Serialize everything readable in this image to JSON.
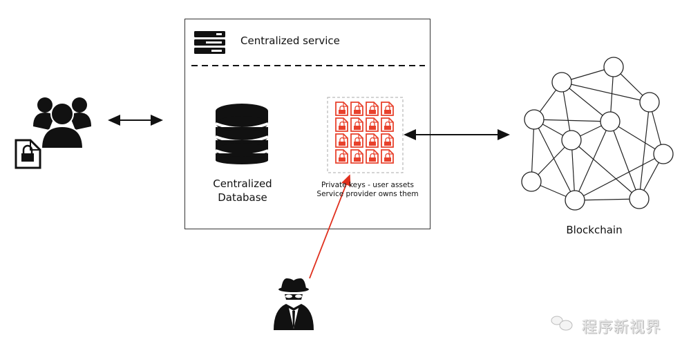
{
  "diagram": {
    "service": {
      "title": "Centralized service",
      "icon": "server-stack-icon"
    },
    "database": {
      "label_line1": "Centralized",
      "label_line2": "Database",
      "icon": "database-icon"
    },
    "keys": {
      "label_line1": "Private keys - user assets",
      "label_line2": "Service provider owns them",
      "icon": "locked-file-icon",
      "rows": 4,
      "cols": 4,
      "color": "#e8412c"
    },
    "users": {
      "icon": "users-group-icon",
      "badge_icon": "locked-file-icon"
    },
    "attacker": {
      "icon": "spy-icon",
      "arrow_color": "#e0301e"
    },
    "blockchain": {
      "label": "Blockchain",
      "nodes": [
        "A",
        "B",
        "C",
        "D",
        "E",
        "F",
        "G",
        "H",
        "I",
        "J"
      ],
      "edges": [
        [
          "A",
          "B"
        ],
        [
          "A",
          "E"
        ],
        [
          "A",
          "C"
        ],
        [
          "B",
          "C"
        ],
        [
          "B",
          "D"
        ],
        [
          "B",
          "F"
        ],
        [
          "B",
          "E"
        ],
        [
          "D",
          "E"
        ],
        [
          "D",
          "F"
        ],
        [
          "D",
          "H"
        ],
        [
          "D",
          "I"
        ],
        [
          "F",
          "E"
        ],
        [
          "F",
          "H"
        ],
        [
          "F",
          "I"
        ],
        [
          "F",
          "J"
        ],
        [
          "E",
          "I"
        ],
        [
          "E",
          "J"
        ],
        [
          "E",
          "G"
        ],
        [
          "C",
          "G"
        ],
        [
          "C",
          "J"
        ],
        [
          "G",
          "I"
        ],
        [
          "G",
          "J"
        ],
        [
          "H",
          "I"
        ],
        [
          "I",
          "J"
        ]
      ]
    },
    "connections": [
      {
        "from": "users",
        "to": "service",
        "type": "bidirectional"
      },
      {
        "from": "keys",
        "to": "blockchain",
        "type": "bidirectional"
      },
      {
        "from": "attacker",
        "to": "keys",
        "type": "attack"
      }
    ],
    "watermark": "程序新视界"
  }
}
